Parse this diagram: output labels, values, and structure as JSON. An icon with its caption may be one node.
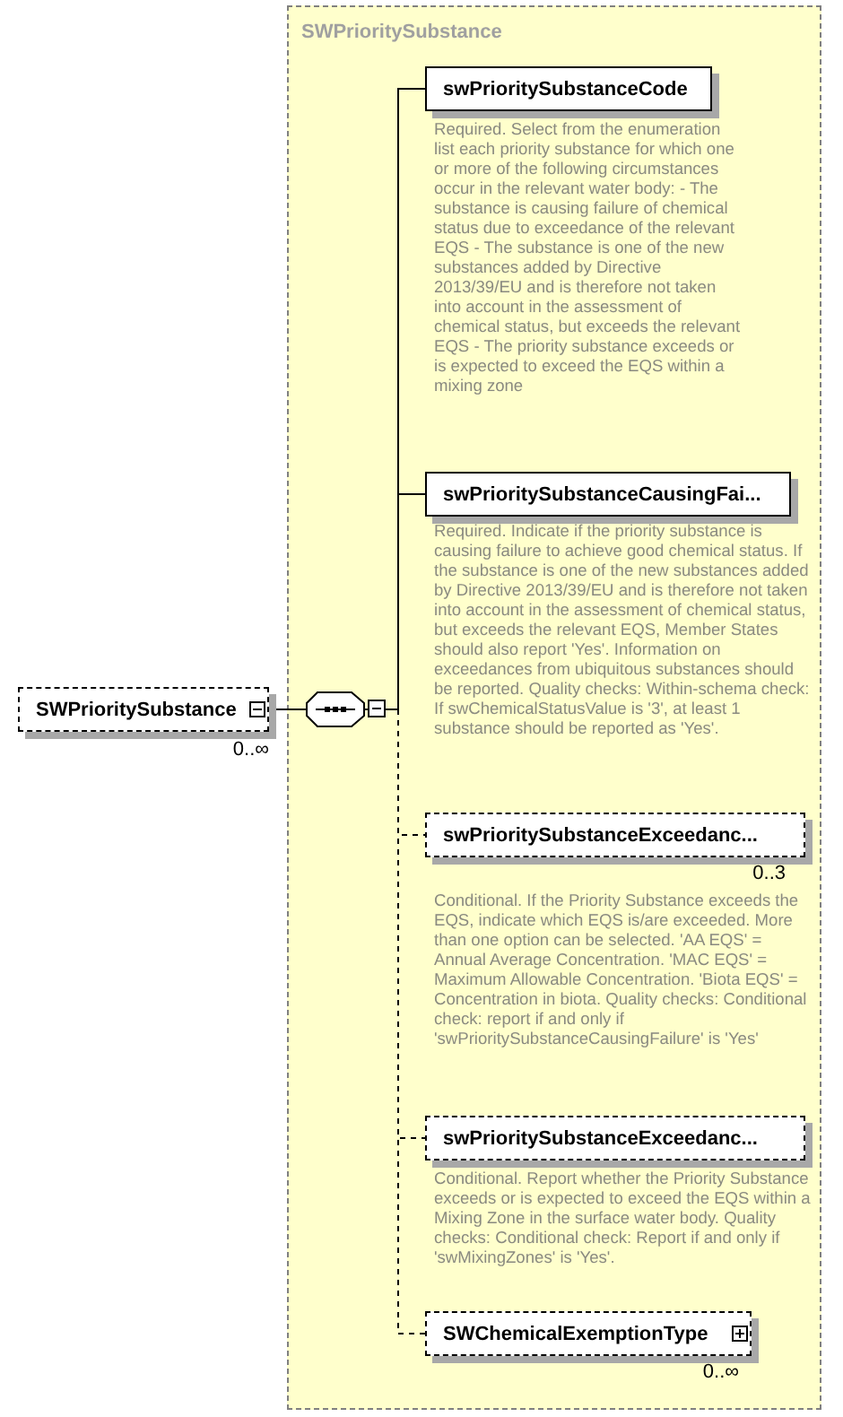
{
  "diagram": {
    "nodes": [
      {
        "text": [
          "SWPrioritySubstance"
        ]
      },
      {
        "text": [
          "SWPrioritySubstance"
        ],
        "beside": [
          "0..∞"
        ]
      },
      {
        "text": [],
        "shape": "octagon",
        "in": 0
      },
      {
        "text": [
          "swPrioritySubstanceCode"
        ],
        "in": 0,
        "beside": [
          "Required. Select from the enumeration list each priority substance for which one or more of the following circumstances occur in the relevant water body: - The substance is causing failure of chemical status due to exceedance of the relevant EQS - The substance is one of the new substances added by Directive 2013/39/EU and is therefore not taken into account in the assessment of chemical status, but exceeds the relevant EQS - The priority substance exceeds or is expected to exceed the EQS within a mixing zone"
        ]
      },
      {
        "text": [
          "swPrioritySubstanceCausingFai..."
        ],
        "in": 0,
        "beside": [
          "Required. Indicate if the priority substance is causing failure to achieve good chemical status. If the substance is one of the new substances added by Directive 2013/39/EU and is therefore not taken into account in the assessment of chemical status, but exceeds the relevant EQS, Member States should also report 'Yes'. Information on exceedances from ubiquitous substances should be reported. Quality checks: Within-schema check: If swChemicalStatusValue is '3', at least 1 substance should be reported as 'Yes'."
        ]
      },
      {
        "text": [
          "swPrioritySubstanceExceedanc..."
        ],
        "in": 0,
        "beside": [
          "0..3",
          "Conditional. If the Priority Substance exceeds the EQS, indicate which EQS is/are exceeded. More than one option can be selected. 'AA EQS' = Annual Average Concentration. 'MAC EQS' = Maximum Allowable Concentration. 'Biota EQS' = Concentration in biota. Quality checks: Conditional check: report if and only if 'swPrioritySubstanceCausingFailure' is 'Yes'"
        ]
      },
      {
        "text": [
          "swPrioritySubstanceExceedanc..."
        ],
        "in": 0,
        "beside": [
          "Conditional. Report whether the Priority Substance exceeds or is expected to exceed the EQS within a Mixing Zone in the surface water body. Quality checks: Conditional check: Report if and only if 'swMixingZones' is 'Yes'."
        ]
      },
      {
        "text": [
          "SWChemicalExemptionType"
        ],
        "in": 0,
        "beside": [
          "0..∞"
        ]
      }
    ],
    "edges": [
      {
        "from": 1,
        "to": 2,
        "arrow": "none"
      },
      {
        "from": 2,
        "to": 3,
        "arrow": "none"
      },
      {
        "from": 2,
        "to": 4,
        "arrow": "none"
      },
      {
        "from": 2,
        "to": 5,
        "arrow": "none",
        "style": "dashed"
      },
      {
        "from": 2,
        "to": 6,
        "arrow": "none",
        "style": "dashed"
      },
      {
        "from": 2,
        "to": 7,
        "arrow": "none",
        "style": "dashed"
      }
    ]
  }
}
